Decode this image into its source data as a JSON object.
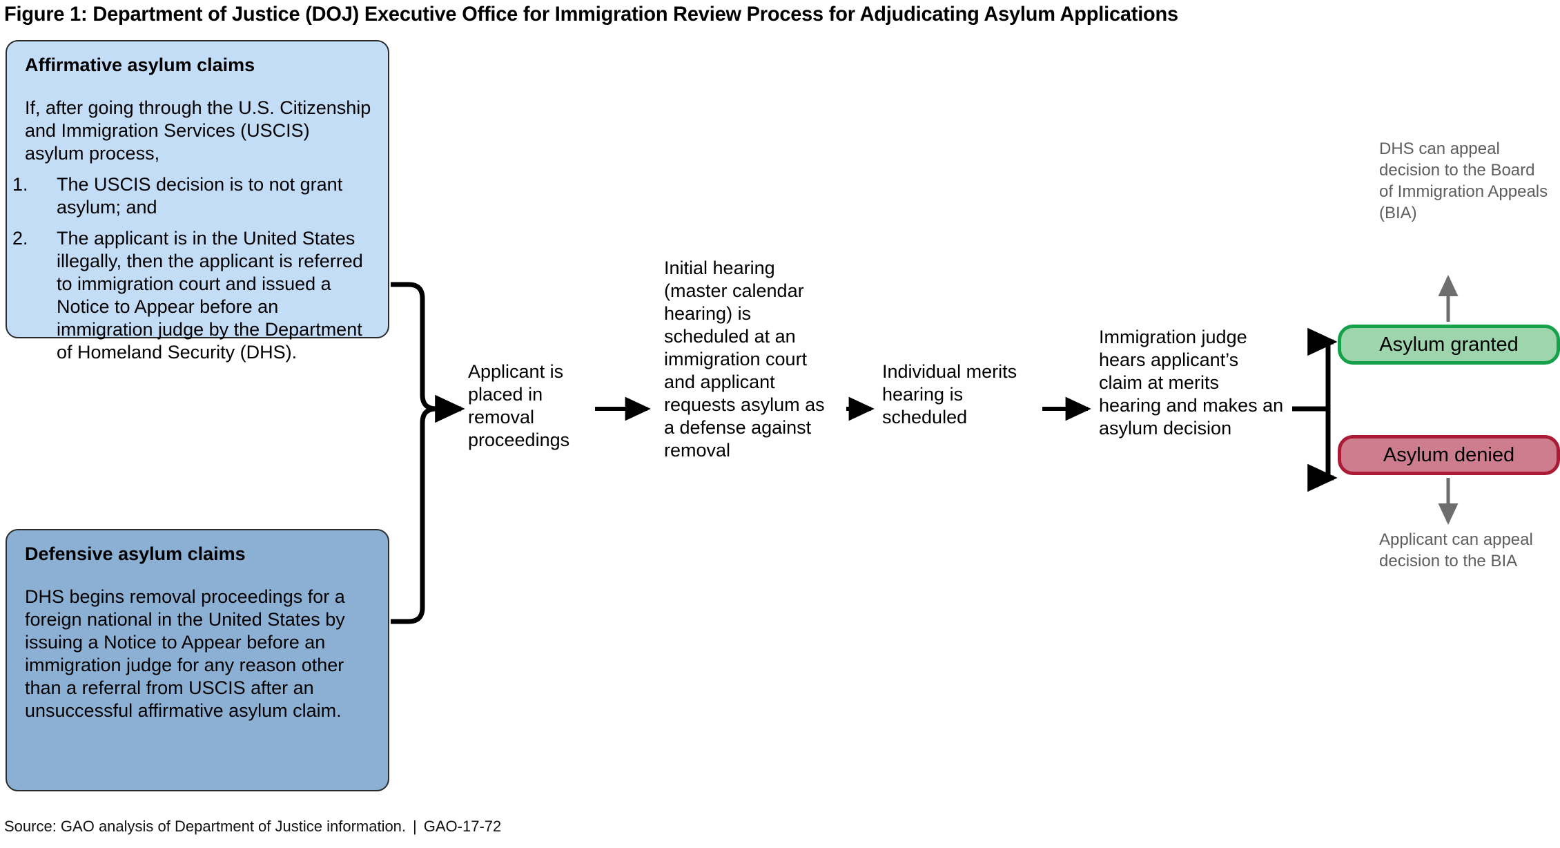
{
  "figure": {
    "title": "Figure 1: Department of Justice (DOJ) Executive Office for Immigration Review Process for Adjudicating Asylum Applications",
    "source": "Source: GAO analysis of Department of Justice information.",
    "separator": "|",
    "report_id": "GAO-17-72"
  },
  "colors": {
    "affirmative_fill": "#c3ddf7",
    "defensive_fill": "#8cb0d4",
    "box_border": "#2a2a2a",
    "granted_fill": "#9ed5ad",
    "granted_border": "#15a14a",
    "denied_fill": "#cd7d8e",
    "denied_border": "#ac1b36",
    "note_text": "#5e5e5e",
    "connector": "#000000",
    "note_connector": "#6e6e6e"
  },
  "claim_boxes": [
    {
      "id": "affirmative",
      "heading": "Affirmative asylum claims",
      "intro": "If, after going through the U.S. Citizenship and Immigration Services (USCIS) asylum process,",
      "items": [
        {
          "num": "1.",
          "text": "The USCIS decision is to not grant asylum; and"
        },
        {
          "num": "2.",
          "text": "The applicant is in the United States illegally, then the applicant is referred to immigration court and issued a Notice to Appear before an immigration judge by the Department of Homeland Security (DHS)."
        }
      ]
    },
    {
      "id": "defensive",
      "heading": "Defensive asylum claims",
      "intro": "DHS begins removal proceedings for a foreign national in the United States by issuing a Notice to Appear before an immigration judge for any reason other than a referral from USCIS after an unsuccessful affirmative asylum claim.",
      "items": []
    }
  ],
  "steps": [
    {
      "id": "removal",
      "text": "Applicant is placed in removal proceedings"
    },
    {
      "id": "initial",
      "text": "Initial hearing (master calendar hearing) is scheduled at an immigration court and applicant requests asylum as a defense against removal"
    },
    {
      "id": "merits",
      "text": "Individual merits hearing is scheduled"
    },
    {
      "id": "judge",
      "text": "Immigration judge hears applicant’s claim at merits hearing and makes an asylum decision"
    }
  ],
  "outcomes": [
    {
      "id": "granted",
      "label": "Asylum granted"
    },
    {
      "id": "denied",
      "label": "Asylum denied"
    }
  ],
  "notes": [
    {
      "id": "dhs-appeal",
      "text": "DHS can appeal decision to the Board of Immigration Appeals (BIA)"
    },
    {
      "id": "applicant-appeal",
      "text": "Applicant can appeal decision to the BIA"
    }
  ]
}
